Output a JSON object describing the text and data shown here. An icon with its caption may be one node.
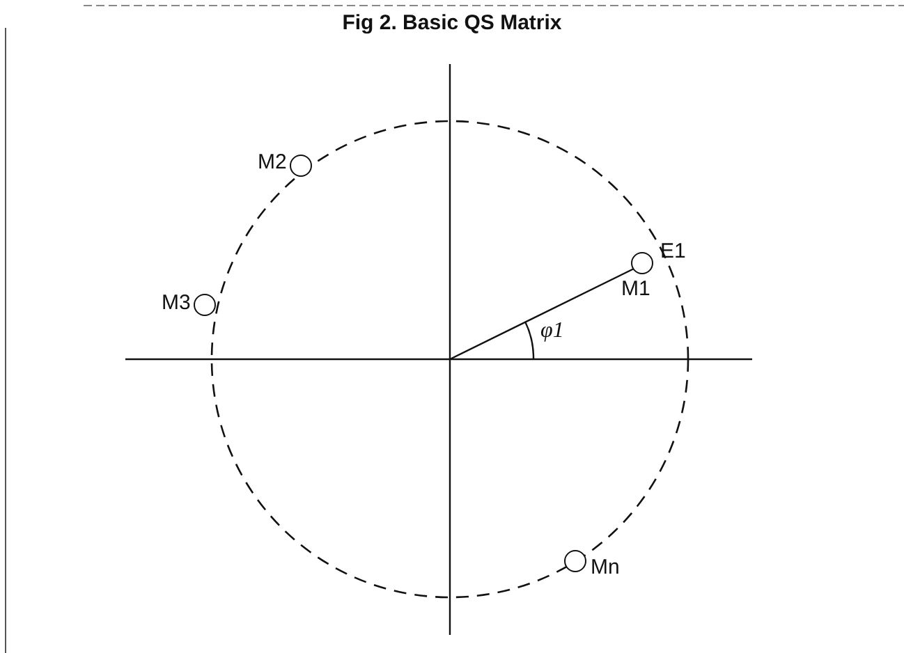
{
  "diagram": {
    "title": "Fig 2.  Basic QS Matrix",
    "nodes": [
      {
        "text": [],
        "shape": "circle",
        "beside": [
          "M2"
        ]
      },
      {
        "text": [],
        "shape": "circle",
        "beside": [
          "E1",
          "M1"
        ]
      },
      {
        "text": [],
        "shape": "circle",
        "beside": [
          "M3"
        ]
      },
      {
        "text": [],
        "shape": "circle",
        "beside": [
          "Mn"
        ]
      }
    ],
    "labels": [
      "φ1"
    ]
  }
}
